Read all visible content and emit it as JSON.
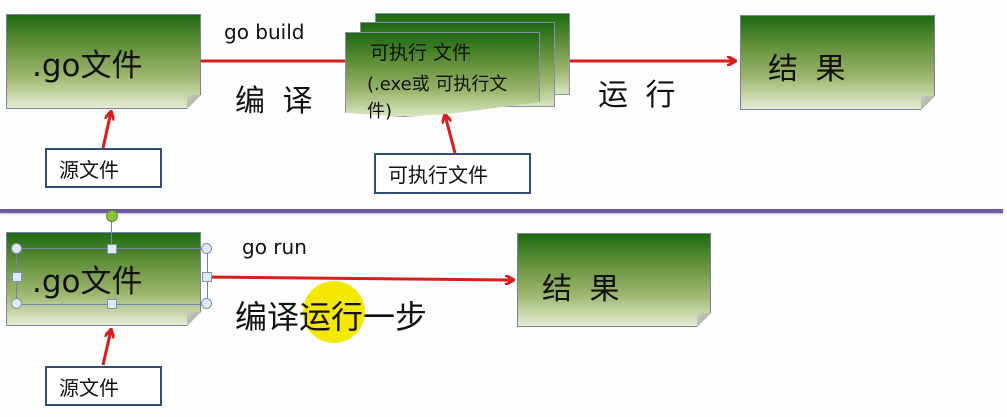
{
  "top_flow": {
    "source_node": ".go文件",
    "source_label": "源文件",
    "build_command": "go build",
    "compile_label": "编 译",
    "exe_node_line1": "可执行 文件",
    "exe_node_line2": "(.exe或 可执行文",
    "exe_node_line3": "件)",
    "exe_label": "可执行文件",
    "run_label": "运 行",
    "result_node": "结 果"
  },
  "bottom_flow": {
    "source_node": ".go文件",
    "source_label": "源文件",
    "run_command": "go run",
    "step_label_a": "编译",
    "step_label_b": "运行",
    "step_label_c": "一步",
    "result_node": "结 果"
  },
  "colors": {
    "arrow": "#d91c1c",
    "divider": "#6f5aa0",
    "note_top": "#1d6a12",
    "note_bottom": "#e4ecd2",
    "label_border": "#2f4f7a",
    "highlight": "#f5e800"
  }
}
